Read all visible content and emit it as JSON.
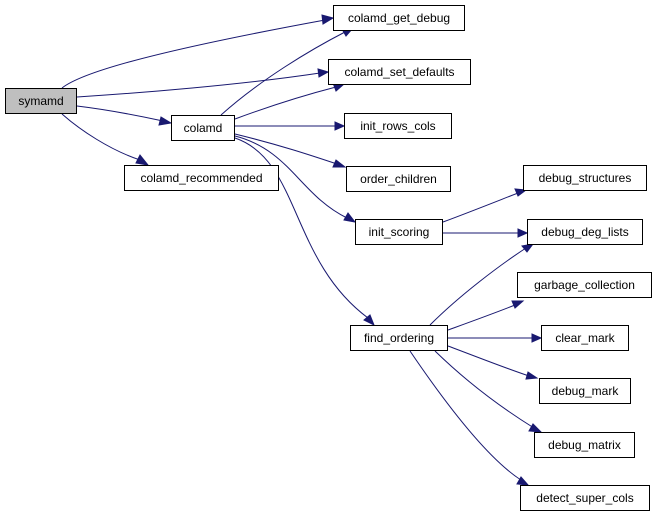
{
  "graph": {
    "title": "",
    "colors": {
      "root_fill": "#bfbfbf",
      "node_fill": "#ffffff",
      "edge": "#191970"
    },
    "nodes": {
      "symamd": "symamd",
      "colamd": "colamd",
      "colamd_get_debug": "colamd_get_debug",
      "colamd_set_defaults": "colamd_set_defaults",
      "colamd_recommended": "colamd_recommended",
      "init_rows_cols": "init_rows_cols",
      "order_children": "order_children",
      "init_scoring": "init_scoring",
      "find_ordering": "find_ordering",
      "debug_structures": "debug_structures",
      "debug_deg_lists": "debug_deg_lists",
      "garbage_collection": "garbage_collection",
      "clear_mark": "clear_mark",
      "debug_mark": "debug_mark",
      "debug_matrix": "debug_matrix",
      "detect_super_cols": "detect_super_cols"
    },
    "edges": [
      [
        "symamd",
        "colamd_get_debug"
      ],
      [
        "symamd",
        "colamd_set_defaults"
      ],
      [
        "symamd",
        "colamd"
      ],
      [
        "symamd",
        "colamd_recommended"
      ],
      [
        "colamd",
        "colamd_get_debug"
      ],
      [
        "colamd",
        "colamd_set_defaults"
      ],
      [
        "colamd",
        "init_rows_cols"
      ],
      [
        "colamd",
        "order_children"
      ],
      [
        "colamd",
        "init_scoring"
      ],
      [
        "colamd",
        "find_ordering"
      ],
      [
        "init_scoring",
        "debug_structures"
      ],
      [
        "init_scoring",
        "debug_deg_lists"
      ],
      [
        "find_ordering",
        "debug_deg_lists"
      ],
      [
        "find_ordering",
        "garbage_collection"
      ],
      [
        "find_ordering",
        "clear_mark"
      ],
      [
        "find_ordering",
        "debug_mark"
      ],
      [
        "find_ordering",
        "debug_matrix"
      ],
      [
        "find_ordering",
        "detect_super_cols"
      ]
    ]
  }
}
